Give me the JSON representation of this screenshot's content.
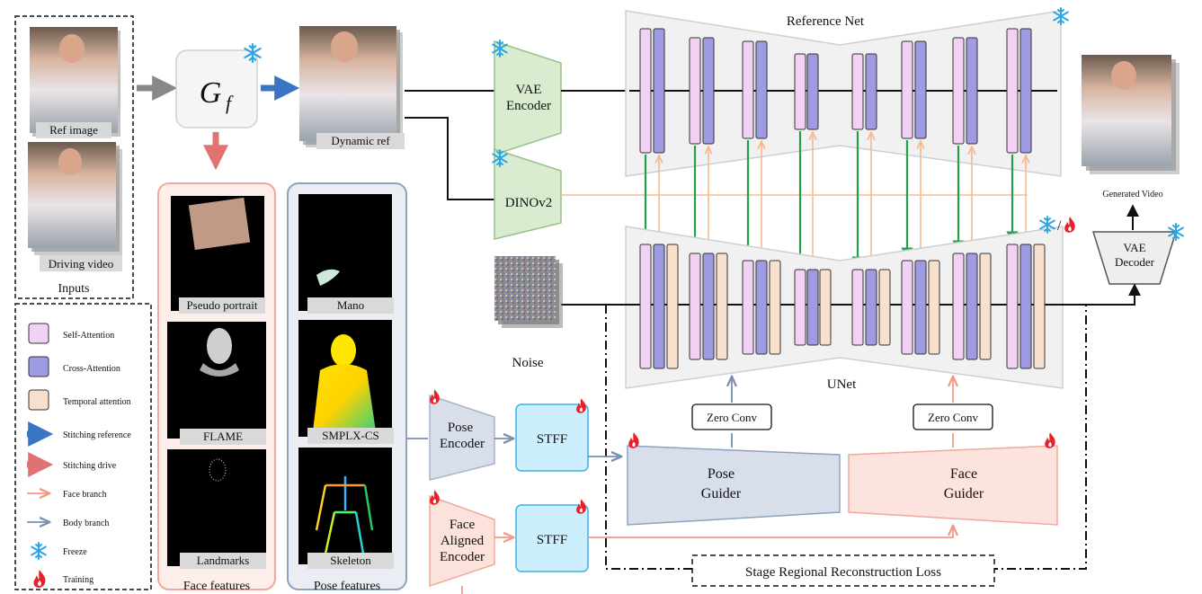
{
  "inputs": {
    "ref_label": "Ref image",
    "driving_label": "Driving video",
    "group_label": "Inputs"
  },
  "generator": {
    "label": "G",
    "subscript": "f"
  },
  "dynamic_ref_label": "Dynamic ref",
  "face_features": {
    "items": [
      "Pseudo portrait",
      "FLAME",
      "Landmarks"
    ],
    "group_label": "Face features"
  },
  "pose_features": {
    "items": [
      "Mano",
      "SMPLX-CS",
      "Skeleton"
    ],
    "group_label": "Pose features"
  },
  "vae_encoder": {
    "line1": "VAE",
    "line2": "Encoder"
  },
  "dinov2": "DINOv2",
  "reference_net": "Reference Net",
  "unet": "UNet",
  "noise": "Noise",
  "pose_encoder": {
    "line1": "Pose",
    "line2": "Encoder"
  },
  "face_encoder": {
    "line1": "Face",
    "line2": "Aligned",
    "line3": "Encoder"
  },
  "stff": "STFF",
  "zero_conv": "Zero Conv",
  "pose_guider": {
    "line1": "Pose",
    "line2": "Guider"
  },
  "face_guider": {
    "line1": "Face",
    "line2": "Guider"
  },
  "loss_label": "Stage Regional Reconstruction Loss",
  "generated_video": "Generated Video",
  "vae_decoder": {
    "line1": "VAE",
    "line2": "Decoder"
  },
  "legend": [
    {
      "label": "Self-Attention",
      "kind": "swatch",
      "color": "#f1d2f4"
    },
    {
      "label": "Cross-Attention",
      "kind": "swatch",
      "color": "#9f9be3"
    },
    {
      "label": "Temporal attention",
      "kind": "swatch",
      "color": "#f9e0cc"
    },
    {
      "label": "Stitching reference",
      "kind": "arrow",
      "color": "#3a74c4"
    },
    {
      "label": "Stitching drive",
      "kind": "arrow",
      "color": "#e07272"
    },
    {
      "label": "Face branch",
      "kind": "thin-arrow",
      "color": "#f29a86"
    },
    {
      "label": "Body branch",
      "kind": "thin-arrow",
      "color": "#7a8fae"
    },
    {
      "label": "Freeze",
      "kind": "snowflake-icon",
      "color": "#2ba6e8"
    },
    {
      "label": "Training",
      "kind": "flame-icon",
      "color": "#e8202a"
    }
  ],
  "colors": {
    "self_attention": "#f1d2f4",
    "cross_attention": "#9f9be3",
    "temporal_attention": "#f9e0cc",
    "green_arrow": "#1fa34a",
    "face_branch": "#f29a86",
    "body_branch": "#7a8fae",
    "freeze": "#2ba6e8",
    "training": "#e8202a"
  }
}
